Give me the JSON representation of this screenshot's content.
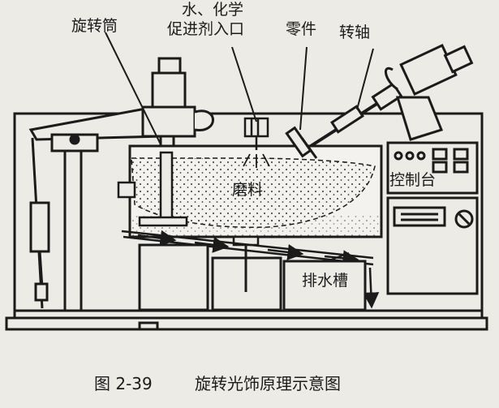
{
  "labels": {
    "rotating_drum": "旋转筒",
    "inlet_line1": "水、化学",
    "inlet_line2": "促进剂入口",
    "part": "零件",
    "shaft": "转轴",
    "console": "控制台",
    "abrasive": "磨料",
    "drain": "排水槽"
  },
  "caption": {
    "figure_no": "图 2-39",
    "title": "旋转光饰原理示意图"
  }
}
